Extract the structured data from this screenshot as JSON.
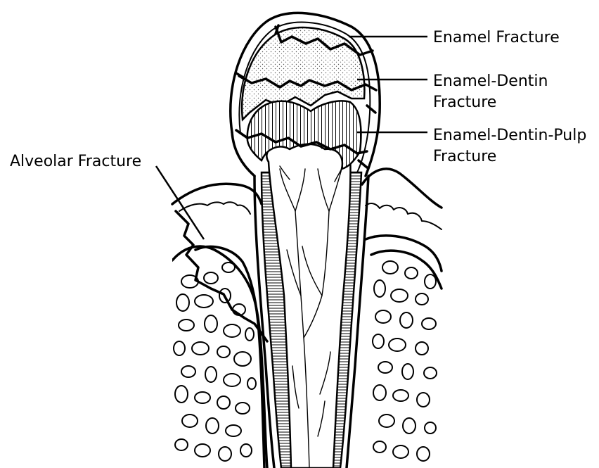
{
  "labels": {
    "enamel_fracture": "Enamel Fracture",
    "enamel_dentin_line1": "Enamel-Dentin",
    "enamel_dentin_line2": "Fracture",
    "enamel_dentin_pulp_line1": "Enamel-Dentin-Pulp",
    "enamel_dentin_pulp_line2": "Fracture",
    "alveolar_fracture": "Alveolar Fracture"
  },
  "colors": {
    "line": "#000000",
    "background": "#ffffff",
    "enamel_stipple": "#555555"
  }
}
